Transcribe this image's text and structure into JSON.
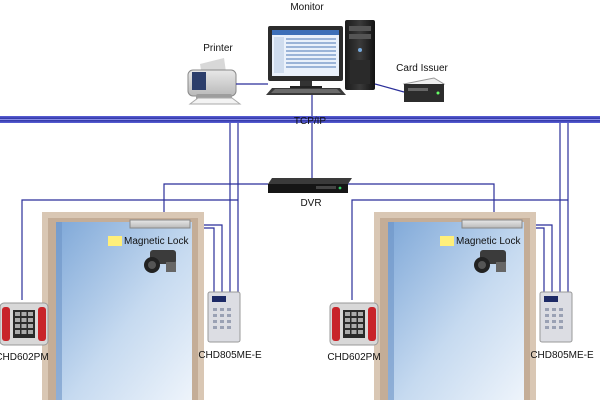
{
  "labels": {
    "monitor": "Monitor",
    "printer": "Printer",
    "card_issuer": "Card Issuer",
    "network": "TCP/IP",
    "dvr": "DVR",
    "lock_left": "Magnetic Lock",
    "lock_right": "Magnetic Lock",
    "reader_left": "CHD602PM",
    "controller_left": "CHD805ME-E",
    "reader_right": "CHD602PM",
    "controller_right": "CHD805ME-E"
  },
  "colors": {
    "cable": "#2b2f9a",
    "bus": "#3a3fb8",
    "door_frame": "#d9c7b4",
    "door_glass": "#8fb4dc",
    "reader_red": "#c8242a",
    "lock_tag": "#ffef7a"
  },
  "icons": {
    "monitor": "computer-monitor-icon",
    "tower": "pc-tower-icon",
    "printer": "printer-icon",
    "card_issuer": "card-issuer-icon",
    "dvr": "dvr-icon",
    "camera": "cctv-camera-icon",
    "reader": "card-reader-icon",
    "controller": "access-controller-icon"
  }
}
